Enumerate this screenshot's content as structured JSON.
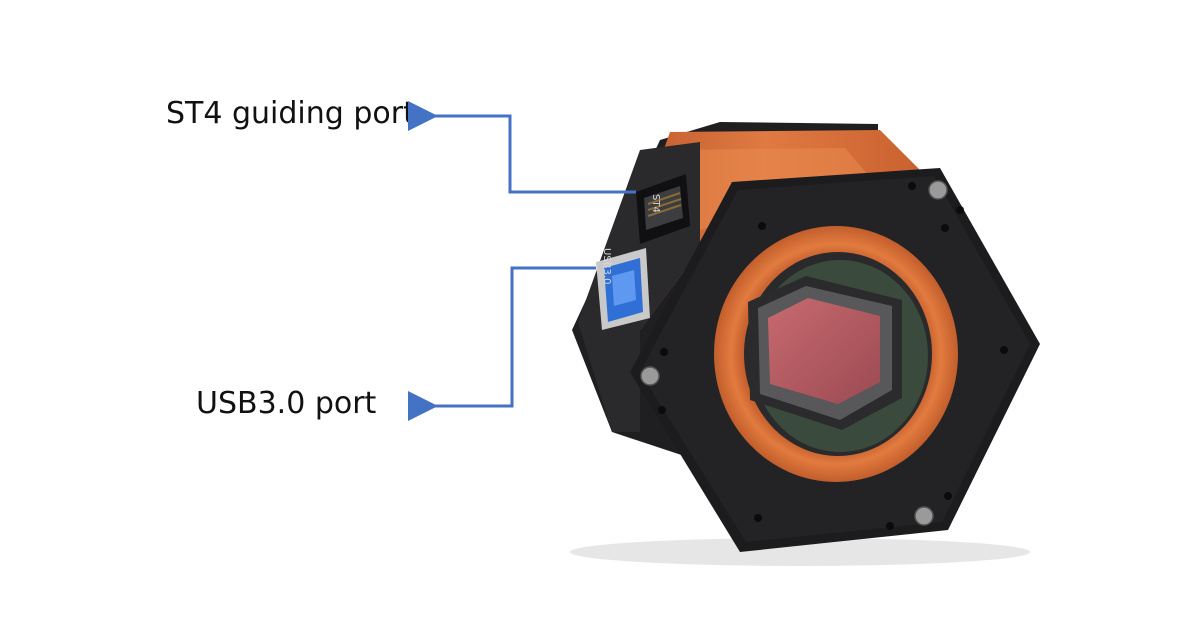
{
  "labels": {
    "st4": "ST4 guiding port",
    "usb": "USB3.0 port"
  },
  "camera": {
    "st4_port_print": "ST4",
    "usb_port_print": "USB3.0"
  },
  "colors": {
    "arrow": "#4472c4",
    "housing_orange": "#d8703a",
    "housing_black": "#1c1c1e",
    "sensor": "#b25a62"
  }
}
